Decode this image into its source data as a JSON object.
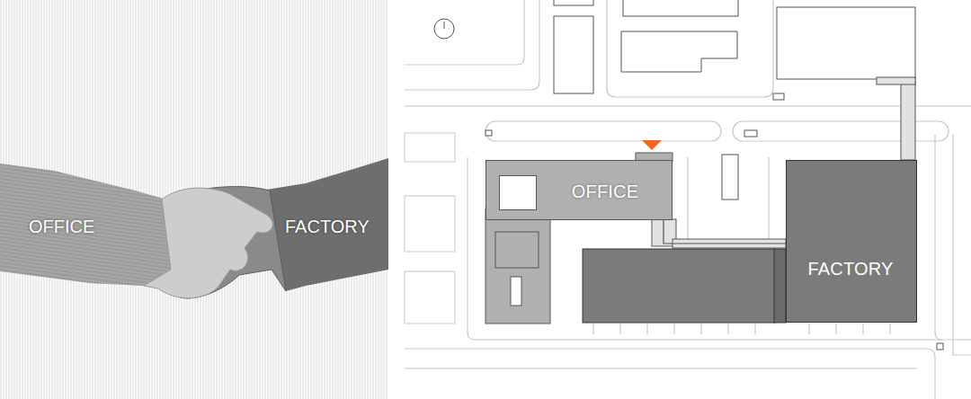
{
  "diagram": {
    "nodes": [
      {
        "text": [
          "OFFICE"
        ]
      },
      {
        "text": [
          "FACTORY"
        ]
      }
    ],
    "edges": [
      {
        "from": 0,
        "to": 1,
        "arrow": "none"
      }
    ],
    "labels": [
      "OFFICE",
      "FACTORY"
    ]
  }
}
